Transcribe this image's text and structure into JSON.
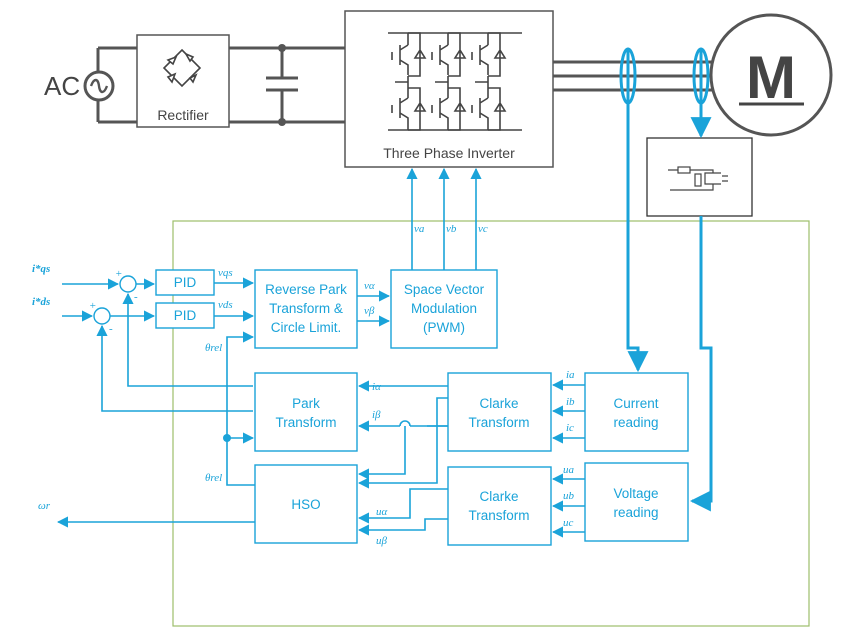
{
  "power": {
    "ac_label": "AC",
    "rectifier_label": "Rectifier",
    "inverter_label": "Three Phase Inverter",
    "motor_label": "M"
  },
  "blocks": {
    "pid1": "PID",
    "pid2": "PID",
    "reverse_park": [
      "Reverse Park",
      "Transform &",
      "Circle Limit."
    ],
    "svm": [
      "Space Vector",
      "Modulation",
      "(PWM)"
    ],
    "park": [
      "Park",
      "Transform"
    ],
    "clarke_i": [
      "Clarke",
      "Transform"
    ],
    "current_reading": [
      "Current",
      "reading"
    ],
    "hso": "HSO",
    "clarke_u": [
      "Clarke",
      "Transform"
    ],
    "voltage_reading": [
      "Voltage",
      "reading"
    ]
  },
  "signals": {
    "iq_ref": "i*qs",
    "id_ref": "i*ds",
    "vqs": "vqs",
    "vds": "vds",
    "v_alpha": "vα",
    "v_beta": "vβ",
    "va": "va",
    "vb": "vb",
    "vc": "vc",
    "theta_rel_1": "θrel",
    "theta_rel_2": "θrel",
    "i_alpha": "iα",
    "i_beta": "iβ",
    "ia": "ia",
    "ib": "ib",
    "ic": "ic",
    "u_alpha": "uα",
    "u_beta": "uβ",
    "ua": "ua",
    "ub": "ub",
    "uc": "uc",
    "omega_r": "ωr",
    "plus": "+",
    "minus": "-"
  },
  "colors": {
    "control": "#1aa3d9",
    "power": "#555555",
    "panel_border": "#9cbf6a"
  }
}
